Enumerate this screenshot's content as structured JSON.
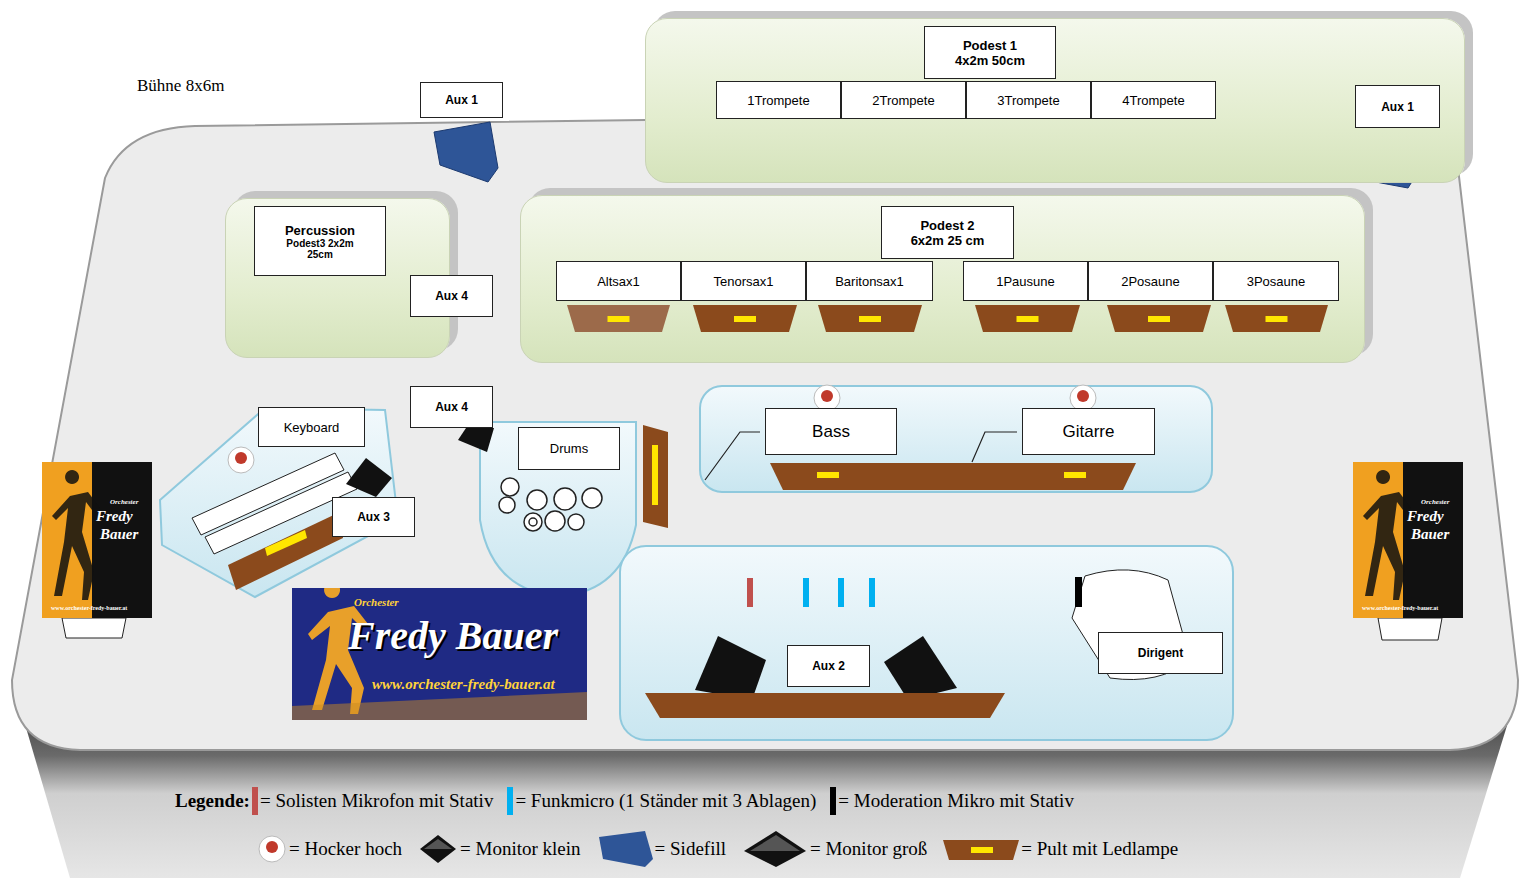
{
  "diagram": {
    "nodes": [
      {
        "text": [
          "Aux 1"
        ]
      },
      {
        "text": [
          "Podest 1 4x2m 50cm"
        ]
      },
      {
        "text": [
          "1Trompete"
        ],
        "in": 1
      },
      {
        "text": [
          "2Trompete"
        ],
        "in": 1
      },
      {
        "text": [
          "3Trompete"
        ],
        "in": 1
      },
      {
        "text": [
          "4Trompete"
        ],
        "in": 1
      },
      {
        "text": [
          "Aux 1"
        ]
      },
      {
        "text": [
          "Percussion",
          "Podest3 2x2m 25cm"
        ]
      },
      {
        "text": [
          "Aux 4"
        ]
      },
      {
        "text": [
          "Podest 2 6x2m 25 cm"
        ]
      },
      {
        "text": [
          "Altsax1"
        ],
        "in": 9
      },
      {
        "text": [
          "Tenorsax1"
        ],
        "in": 9
      },
      {
        "text": [
          "Baritonsax1"
        ],
        "in": 9
      },
      {
        "text": [
          "1Pausune"
        ],
        "in": 9
      },
      {
        "text": [
          "2Posaune"
        ],
        "in": 9
      },
      {
        "text": [
          "3Posaune"
        ],
        "in": 9
      },
      {
        "text": [
          "Keyboard"
        ]
      },
      {
        "text": [
          "Aux 4"
        ]
      },
      {
        "text": [
          "Drums"
        ]
      },
      {
        "text": [
          "Bass"
        ]
      },
      {
        "text": [
          "Gitarre"
        ]
      },
      {
        "text": [
          "Aux 3"
        ]
      },
      {
        "text": [
          "Aux 2"
        ]
      },
      {
        "text": [
          "Dirigent"
        ]
      }
    ],
    "labels": [
      "Bühne 8x6m",
      "Orchester",
      "Fredy",
      "Bauer",
      "www.orchester-fredy-bauer.at",
      "Orchester",
      "Fredy Bauer",
      "www.orchester-fredy-bauer.at",
      "Orchester",
      "Fredy",
      "Bauer",
      "www.orchester-fredy-bauer.at",
      "Legende:"
    ],
    "legend": [
      {
        "text": "= Solisten Mikrofon mit Stativ",
        "color": "#c0504d"
      },
      {
        "text": "= Funkmicro (1 Ständer mit 3 Ablagen)",
        "color": "#00b0f0"
      },
      {
        "text": "= Moderation Mikro mit Stativ",
        "color": "#000000"
      },
      {
        "text": "= Hocker hoch"
      },
      {
        "text": "= Monitor klein"
      },
      {
        "text": "= Sidefill"
      },
      {
        "text": "= Monitor groß"
      },
      {
        "text": "= Pult mit Ledlampe"
      }
    ]
  }
}
